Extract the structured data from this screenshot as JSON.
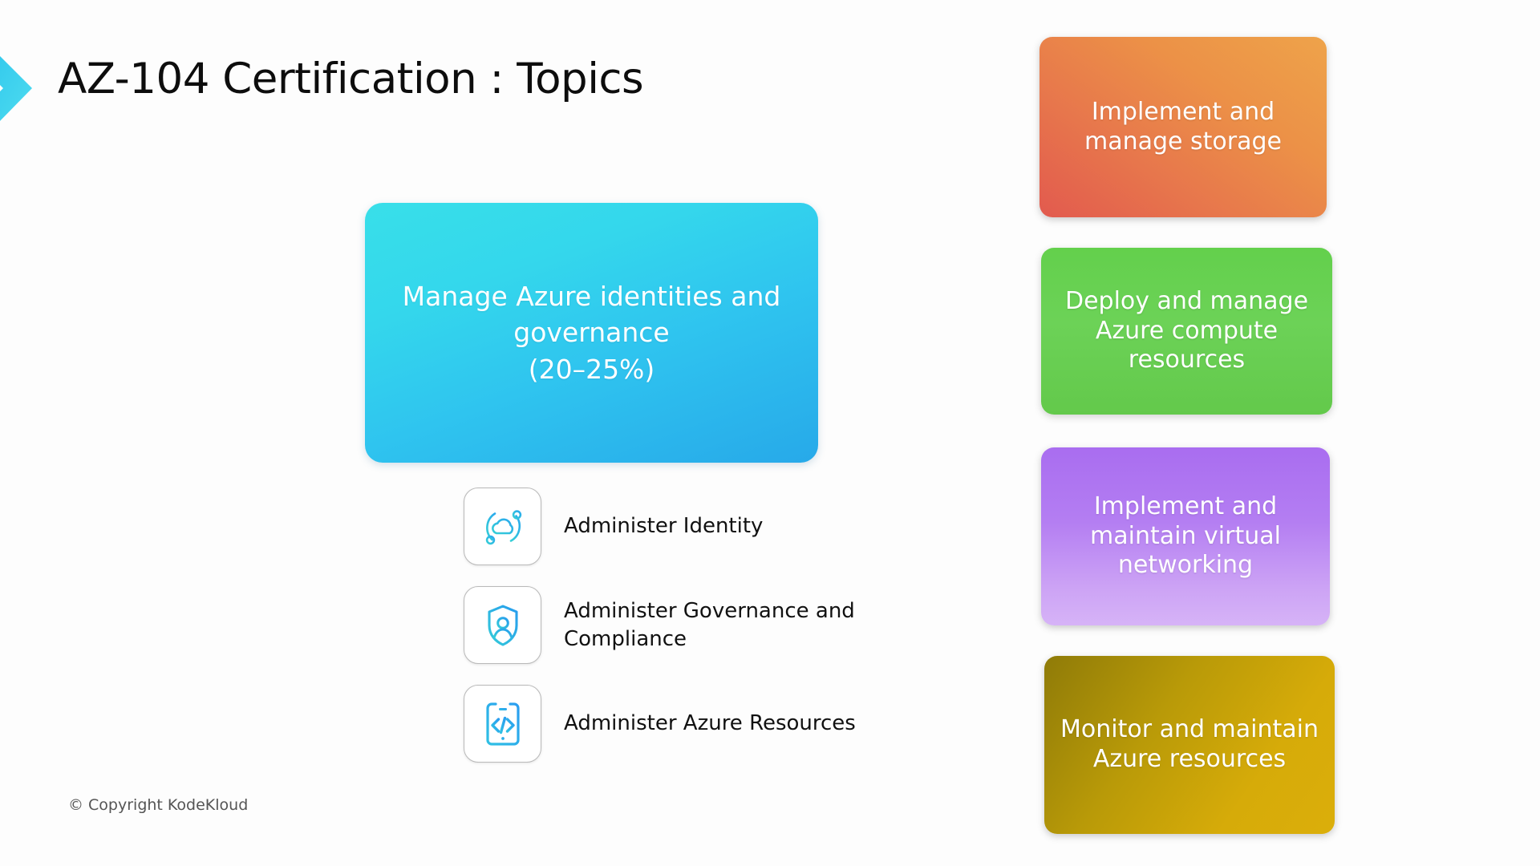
{
  "slide": {
    "title": "AZ-104 Certification : Topics",
    "copyright": "© Copyright KodeKloud",
    "accent_color": "#35cdea"
  },
  "hero": {
    "line1": "Manage Azure identities and",
    "line2": "governance",
    "percentage": "(20–25%)",
    "gradient_from": "#38dfe9",
    "gradient_to": "#27a9e9"
  },
  "topics": [
    {
      "icon": "cloud-identity-icon",
      "label": "Administer Identity"
    },
    {
      "icon": "shield-person-icon",
      "label": "Administer Governance and Compliance"
    },
    {
      "icon": "mobile-code-icon",
      "label": "Administer Azure Resources"
    }
  ],
  "cards": [
    {
      "label": "Implement and manage storage",
      "color": "#ec9147"
    },
    {
      "label": "Deploy and manage Azure compute resources",
      "color": "#6cd257"
    },
    {
      "label": "Implement and maintain virtual networking",
      "color": "#b47ef2"
    },
    {
      "label": "Monitor and maintain Azure resources",
      "color": "#d6ab09"
    }
  ]
}
